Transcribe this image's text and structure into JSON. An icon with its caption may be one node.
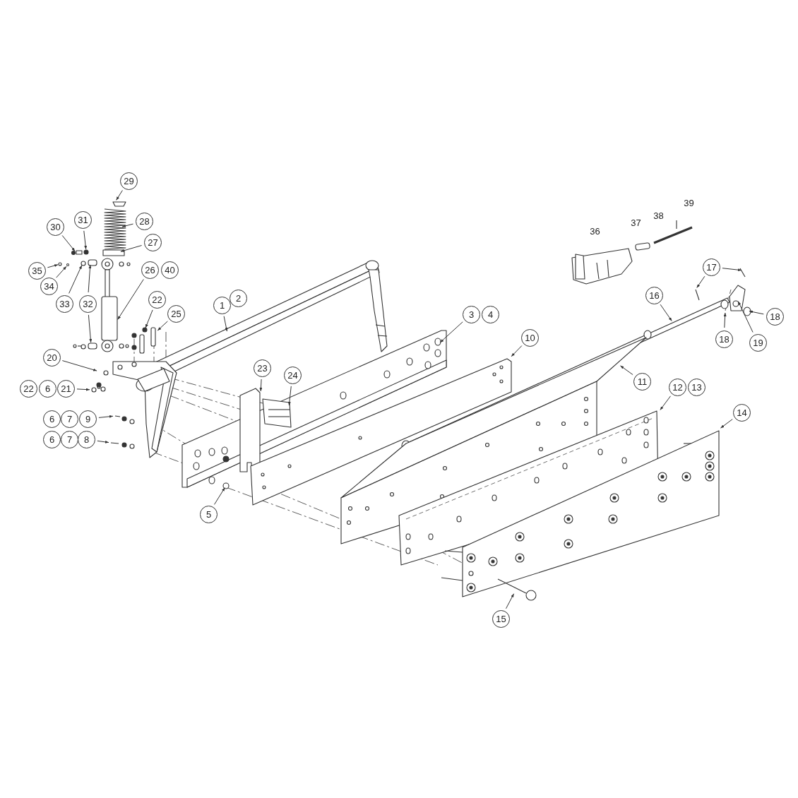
{
  "diagram": {
    "nodes": [
      {
        "text": [
          "29"
        ]
      },
      {
        "text": [
          "30"
        ]
      },
      {
        "text": [
          "31"
        ]
      },
      {
        "text": [
          "28"
        ]
      },
      {
        "text": [
          "27"
        ]
      },
      {
        "text": [
          "35"
        ]
      },
      {
        "text": [
          "34"
        ]
      },
      {
        "text": [
          "33"
        ]
      },
      {
        "text": [
          "32"
        ]
      },
      {
        "text": [
          "26"
        ]
      },
      {
        "text": [
          "40"
        ]
      },
      {
        "text": [
          "22"
        ]
      },
      {
        "text": [
          "25"
        ]
      },
      {
        "text": [
          "1"
        ]
      },
      {
        "text": [
          "2"
        ]
      },
      {
        "text": [
          "36"
        ]
      },
      {
        "text": [
          "37"
        ]
      },
      {
        "text": [
          "38"
        ]
      },
      {
        "text": [
          "39"
        ]
      },
      {
        "text": [
          "20"
        ]
      },
      {
        "text": [
          "22"
        ]
      },
      {
        "text": [
          "6"
        ]
      },
      {
        "text": [
          "21"
        ]
      },
      {
        "text": [
          "3"
        ]
      },
      {
        "text": [
          "4"
        ]
      },
      {
        "text": [
          "17"
        ]
      },
      {
        "text": [
          "16"
        ]
      },
      {
        "text": [
          "18"
        ]
      },
      {
        "text": [
          "18"
        ]
      },
      {
        "text": [
          "19"
        ]
      },
      {
        "text": [
          "23"
        ]
      },
      {
        "text": [
          "24"
        ]
      },
      {
        "text": [
          "10"
        ]
      },
      {
        "text": [
          "11"
        ]
      },
      {
        "text": [
          "12"
        ]
      },
      {
        "text": [
          "13"
        ]
      },
      {
        "text": [
          "6"
        ]
      },
      {
        "text": [
          "7"
        ]
      },
      {
        "text": [
          "9"
        ]
      },
      {
        "text": [
          "14"
        ]
      },
      {
        "text": [
          "6"
        ]
      },
      {
        "text": [
          "7"
        ]
      },
      {
        "text": [
          "8"
        ]
      },
      {
        "text": [
          "5"
        ]
      },
      {
        "text": [
          "15"
        ]
      }
    ],
    "edges": [
      {
        "from": 0,
        "to": null,
        "arrow": "to"
      },
      {
        "from": 1,
        "to": null,
        "arrow": "to"
      },
      {
        "from": 2,
        "to": null,
        "arrow": "to"
      },
      {
        "from": 3,
        "to": null,
        "arrow": "to"
      },
      {
        "from": 4,
        "to": null,
        "arrow": "to"
      },
      {
        "from": 5,
        "to": null,
        "arrow": "to"
      },
      {
        "from": 6,
        "to": null,
        "arrow": "to"
      },
      {
        "from": 7,
        "to": null,
        "arrow": "to"
      },
      {
        "from": 8,
        "to": null,
        "arrow": "to"
      },
      {
        "from": 8,
        "to": null,
        "arrow": "to"
      },
      {
        "from": 9,
        "to": null,
        "arrow": "to"
      },
      {
        "from": 11,
        "to": null,
        "arrow": "to"
      },
      {
        "from": 12,
        "to": null,
        "arrow": "to"
      },
      {
        "from": 13,
        "to": null,
        "arrow": "to"
      },
      {
        "from": 19,
        "to": null,
        "arrow": "to"
      },
      {
        "from": 22,
        "to": null,
        "arrow": "to"
      },
      {
        "from": 23,
        "to": null,
        "arrow": "to"
      },
      {
        "from": 25,
        "to": null,
        "arrow": "to"
      },
      {
        "from": 25,
        "to": null,
        "arrow": "to"
      },
      {
        "from": 26,
        "to": null,
        "arrow": "to"
      },
      {
        "from": 27,
        "to": null,
        "arrow": "to"
      },
      {
        "from": 28,
        "to": null,
        "arrow": "to"
      },
      {
        "from": 29,
        "to": null,
        "arrow": "to"
      },
      {
        "from": 30,
        "to": null,
        "arrow": "to"
      },
      {
        "from": 31,
        "to": null,
        "arrow": "to"
      },
      {
        "from": 32,
        "to": null,
        "arrow": "to"
      },
      {
        "from": 33,
        "to": null,
        "arrow": "to"
      },
      {
        "from": 34,
        "to": null,
        "arrow": "to"
      },
      {
        "from": 38,
        "to": null,
        "arrow": "to"
      },
      {
        "from": 39,
        "to": null,
        "arrow": "to"
      },
      {
        "from": 42,
        "to": null,
        "arrow": "to"
      },
      {
        "from": 43,
        "to": null,
        "arrow": "to"
      },
      {
        "from": 44,
        "to": null,
        "arrow": "to"
      }
    ]
  }
}
